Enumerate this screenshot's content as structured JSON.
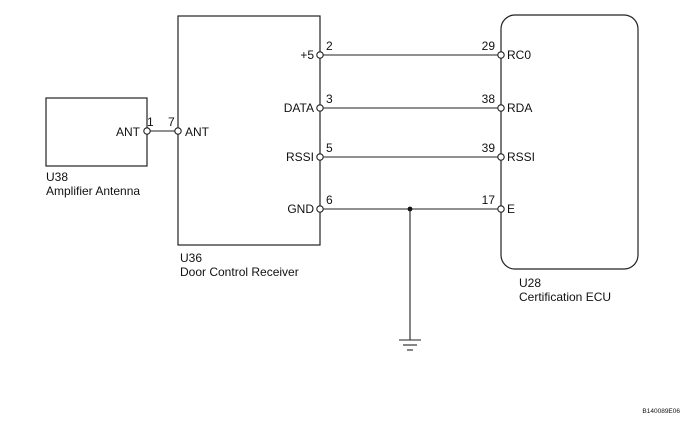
{
  "components": {
    "antenna": {
      "code": "U38",
      "name": "Amplifier Antenna",
      "pin_label": "ANT",
      "pin_number": "1"
    },
    "receiver": {
      "code": "U36",
      "name": "Door Control Receiver",
      "ant_pin": {
        "label": "ANT",
        "number": "7"
      },
      "pins": [
        {
          "label": "+5",
          "number": "2"
        },
        {
          "label": "DATA",
          "number": "3"
        },
        {
          "label": "RSSI",
          "number": "5"
        },
        {
          "label": "GND",
          "number": "6"
        }
      ]
    },
    "ecu": {
      "code": "U28",
      "name": "Certification ECU",
      "pins": [
        {
          "label": "RC0",
          "number": "29"
        },
        {
          "label": "RDA",
          "number": "38"
        },
        {
          "label": "RSSI",
          "number": "39"
        },
        {
          "label": "E",
          "number": "17"
        }
      ]
    }
  },
  "figure_id": "B140089E06"
}
